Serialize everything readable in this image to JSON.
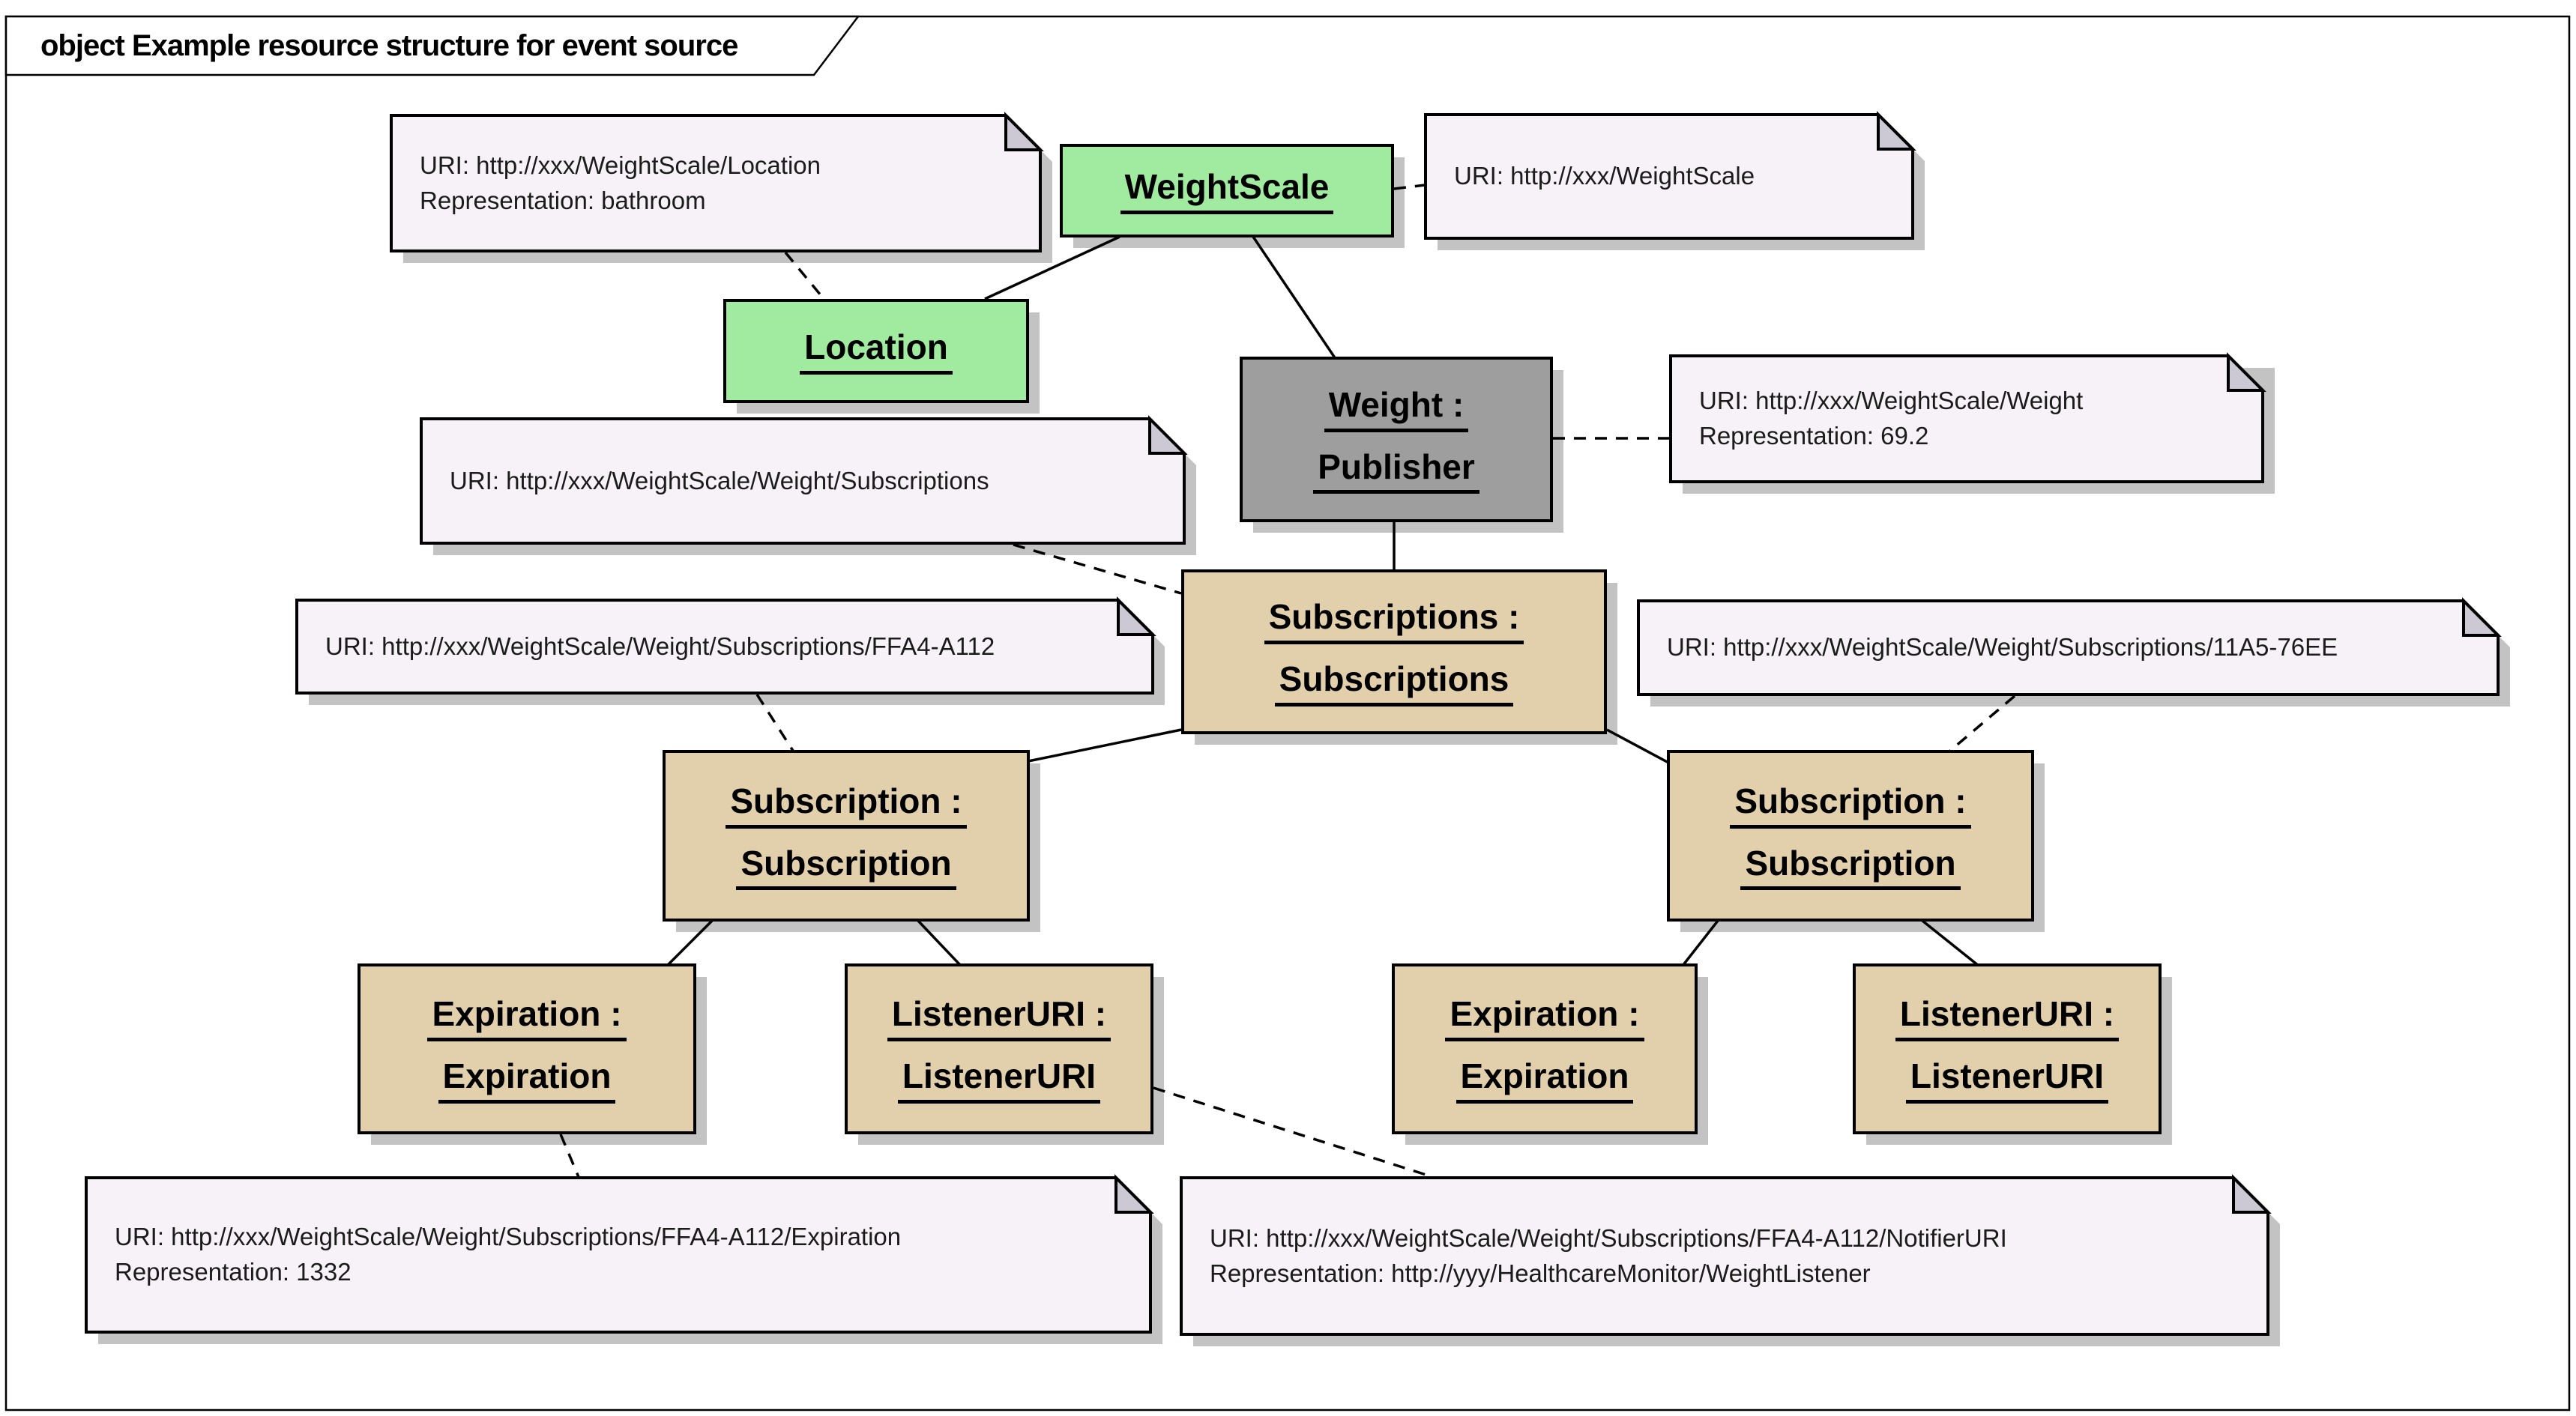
{
  "diagram": {
    "title": "object Example resource structure for event source",
    "type": "uml-object-diagram",
    "colors": {
      "object_green": "#A0EBA0",
      "object_gray": "#9E9E9E",
      "object_tan": "#E2CFAC",
      "note_background": "#F7F2F7",
      "note_fold": "#CDC9D4",
      "shadow": "#C3C3C3",
      "border": "#000000",
      "page_background": "#FFFFFF"
    },
    "objects": {
      "weightscale": {
        "label": "WeightScale"
      },
      "location": {
        "label": "Location"
      },
      "weight_publisher": {
        "line1": "Weight :",
        "line2": "Publisher"
      },
      "subscriptions": {
        "line1": "Subscriptions :",
        "line2": "Subscriptions"
      },
      "subscription_left": {
        "line1": "Subscription :",
        "line2": "Subscription"
      },
      "subscription_right": {
        "line1": "Subscription :",
        "line2": "Subscription"
      },
      "expiration_left": {
        "line1": "Expiration :",
        "line2": "Expiration"
      },
      "listeneruri_left": {
        "line1": "ListenerURI :",
        "line2": "ListenerURI"
      },
      "expiration_right": {
        "line1": "Expiration :",
        "line2": "Expiration"
      },
      "listeneruri_right": {
        "line1": "ListenerURI :",
        "line2": "ListenerURI"
      }
    },
    "notes": {
      "location": {
        "lines": [
          "URI: http://xxx/WeightScale/Location",
          "Representation: bathroom"
        ]
      },
      "weightscale": {
        "lines": [
          "URI: http://xxx/WeightScale"
        ]
      },
      "weight": {
        "lines": [
          "URI: http://xxx/WeightScale/Weight",
          "Representation: 69.2"
        ]
      },
      "subscriptions": {
        "lines": [
          "URI: http://xxx/WeightScale/Weight/Subscriptions"
        ]
      },
      "ffa4": {
        "lines": [
          "URI: http://xxx/WeightScale/Weight/Subscriptions/FFA4-A112"
        ]
      },
      "a11a5": {
        "lines": [
          "URI: http://xxx/WeightScale/Weight/Subscriptions/11A5-76EE"
        ]
      },
      "expiration": {
        "lines": [
          "URI: http://xxx/WeightScale/Weight/Subscriptions/FFA4-A112/Expiration",
          "Representation: 1332"
        ]
      },
      "notifier": {
        "lines": [
          "URI: http://xxx/WeightScale/Weight/Subscriptions/FFA4-A112/NotifierURI",
          "Representation: http://yyy/HealthcareMonitor/WeightListener"
        ]
      }
    }
  }
}
